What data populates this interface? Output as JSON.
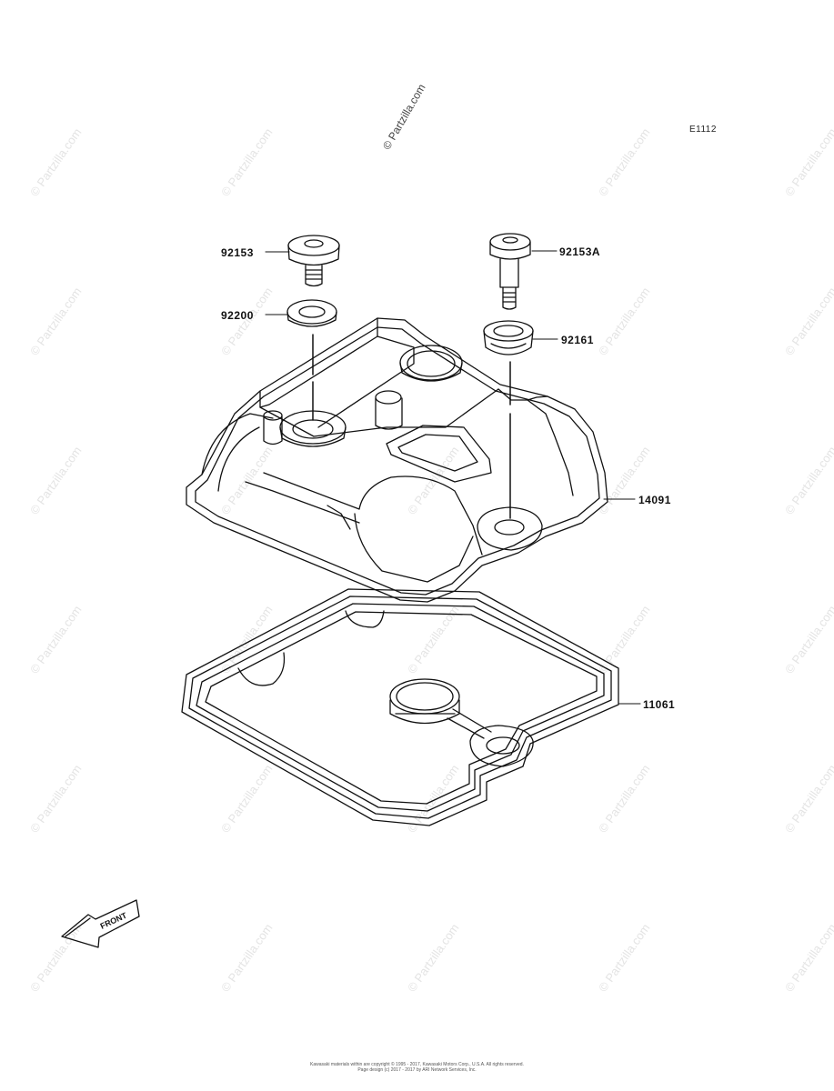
{
  "diagram_code": "E1112",
  "watermark_text": "© Partzilla.com",
  "front_label": "FRONT",
  "parts": [
    {
      "id": "p1",
      "number": "92153"
    },
    {
      "id": "p2",
      "number": "92153A"
    },
    {
      "id": "p3",
      "number": "92200"
    },
    {
      "id": "p4",
      "number": "92161"
    },
    {
      "id": "p5",
      "number": "14091"
    },
    {
      "id": "p6",
      "number": "11061"
    }
  ],
  "footer": {
    "line1": "Kawasaki materials within are copyright © 1995 - 2017, Kawasaki Motors Corp., U.S.A. All rights reserved.",
    "line2": "Page design (c) 2017 - 2017 by ARI Network Services, Inc."
  },
  "colors": {
    "line": "#111111",
    "watermark": "#e4e4e4"
  }
}
